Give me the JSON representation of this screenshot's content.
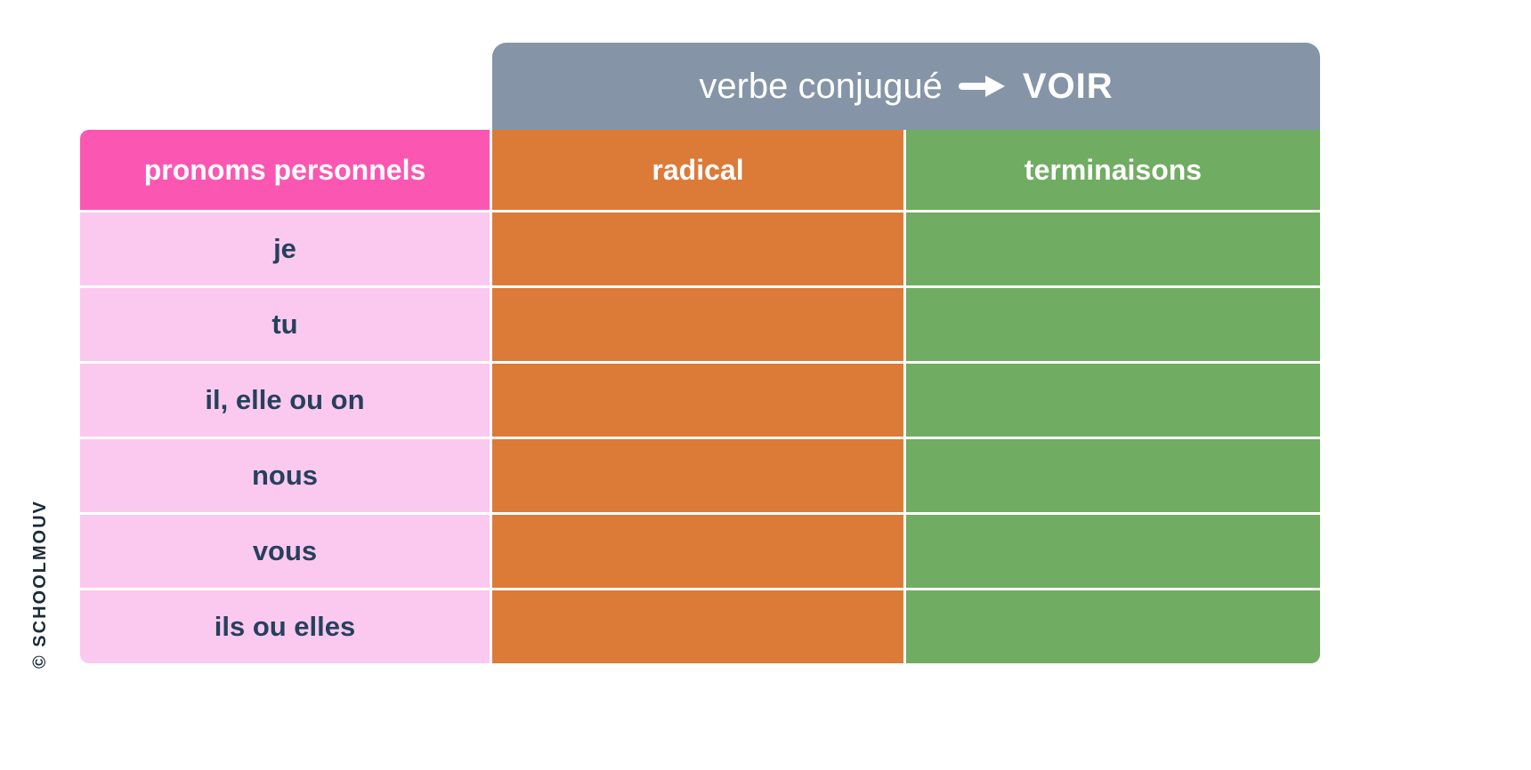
{
  "banner": {
    "title_prefix": "verbe conjugué",
    "arrow_icon": "arrow-right",
    "verb": "VOIR"
  },
  "columns": {
    "pronouns": "pronoms personnels",
    "radical": "radical",
    "endings": "terminaisons"
  },
  "rows": [
    {
      "pronoun": "je",
      "radical": "",
      "ending": ""
    },
    {
      "pronoun": "tu",
      "radical": "",
      "ending": ""
    },
    {
      "pronoun": "il, elle ou on",
      "radical": "",
      "ending": ""
    },
    {
      "pronoun": "nous",
      "radical": "",
      "ending": ""
    },
    {
      "pronoun": "vous",
      "radical": "",
      "ending": ""
    },
    {
      "pronoun": "ils ou elles",
      "radical": "",
      "ending": ""
    }
  ],
  "watermark": "© SCHOOLMOUV",
  "colors": {
    "banner_gray": "#8595a7",
    "pink_header": "#fb57b2",
    "pink_cell": "#fbc9ef",
    "orange": "#dc7a38",
    "green": "#70ac62",
    "dark_text": "#25415c",
    "white": "#ffffff"
  }
}
